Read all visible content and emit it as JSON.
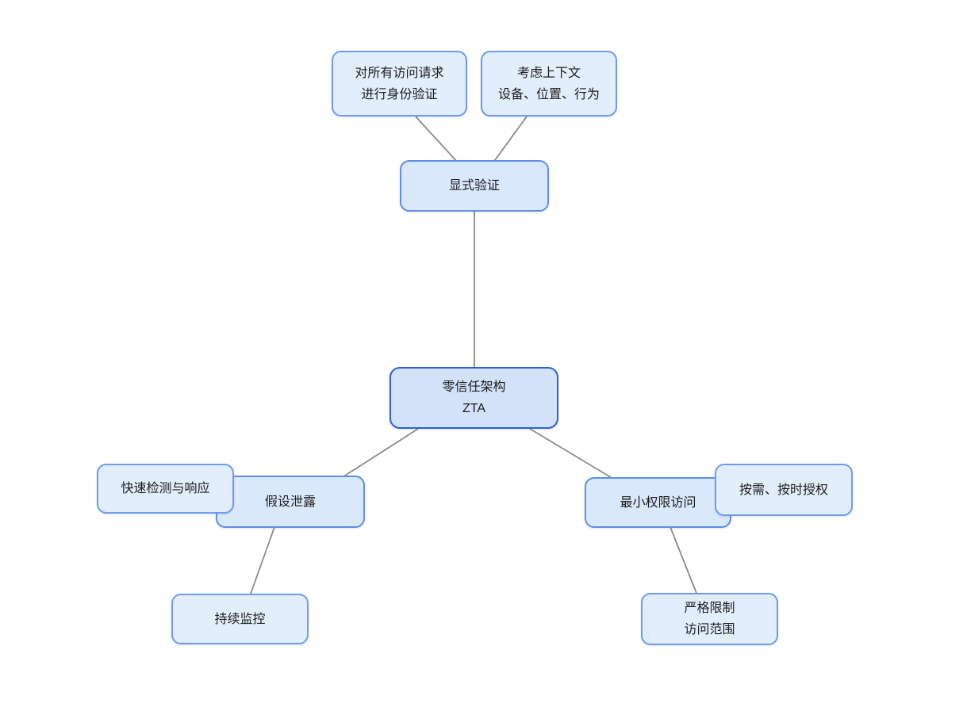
{
  "diagram": {
    "type": "mindmap",
    "topic": "零信任架构 ZTA",
    "colors": {
      "background": "#ffffff",
      "connector": "#8a8a8a",
      "root_fill": "#d3e2f9",
      "root_border": "#2e5fd7",
      "branch_fill": "#dae8fc",
      "branch_border": "#5f8ee9",
      "leaf_fill": "#e3eefd",
      "leaf_border": "#6f9cee",
      "text": "#1c1c1c"
    },
    "nodes": {
      "root": {
        "line1": "零信任架构",
        "line2": "ZTA"
      },
      "explicit": {
        "line1": "显式验证"
      },
      "verify_all": {
        "line1": "对所有访问请求",
        "line2": "进行身份验证"
      },
      "context": {
        "line1": "考虑上下文",
        "line2": "设备、位置、行为"
      },
      "assume_breach": {
        "line1": "假设泄露"
      },
      "fast_detect": {
        "line1": "快速检测与响应"
      },
      "monitor": {
        "line1": "持续监控"
      },
      "least_priv": {
        "line1": "最小权限访问"
      },
      "on_demand": {
        "line1": "按需、按时授权"
      },
      "strict_scope": {
        "line1": "严格限制",
        "line2": "访问范围"
      }
    },
    "edges": [
      {
        "from": "verify_all",
        "to": "explicit"
      },
      {
        "from": "context",
        "to": "explicit"
      },
      {
        "from": "explicit",
        "to": "root"
      },
      {
        "from": "root",
        "to": "assume_breach"
      },
      {
        "from": "root",
        "to": "least_priv"
      },
      {
        "from": "fast_detect",
        "to": "assume_breach"
      },
      {
        "from": "assume_breach",
        "to": "monitor"
      },
      {
        "from": "on_demand",
        "to": "least_priv"
      },
      {
        "from": "least_priv",
        "to": "strict_scope"
      }
    ]
  }
}
